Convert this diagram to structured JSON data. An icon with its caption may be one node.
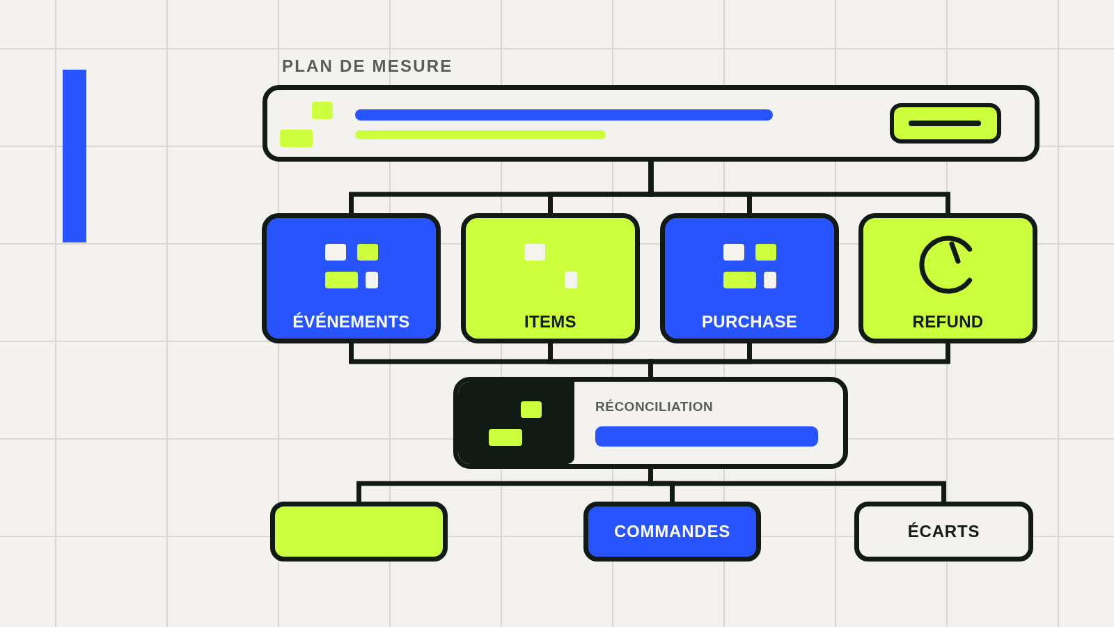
{
  "diagram": {
    "nodes": [
      {
        "text": [
          "PLAN DE MESURE"
        ]
      },
      {
        "text": [
          "ÉVÉNEMENTS"
        ]
      },
      {
        "text": [
          "ITEMS"
        ]
      },
      {
        "text": [
          "PURCHASE"
        ]
      },
      {
        "text": [
          "REFUND"
        ]
      },
      {
        "text": [
          "RÉCONCILIATION"
        ]
      },
      {
        "text": [],
        "shape": "box"
      },
      {
        "text": [
          "COMMANDES"
        ]
      },
      {
        "text": [
          "ÉCARTS"
        ]
      }
    ],
    "edges": [
      {
        "from": 0,
        "to": 1,
        "arrow": "none"
      },
      {
        "from": 0,
        "to": 2,
        "arrow": "none"
      },
      {
        "from": 0,
        "to": 3,
        "arrow": "none"
      },
      {
        "from": 0,
        "to": 4,
        "arrow": "none"
      },
      {
        "from": 1,
        "to": 5,
        "arrow": "none"
      },
      {
        "from": 2,
        "to": 5,
        "arrow": "none"
      },
      {
        "from": 3,
        "to": 5,
        "arrow": "none"
      },
      {
        "from": 4,
        "to": 5,
        "arrow": "none"
      },
      {
        "from": 5,
        "to": 6,
        "arrow": "none"
      },
      {
        "from": 5,
        "to": 7,
        "arrow": "none"
      },
      {
        "from": 5,
        "to": 8,
        "arrow": "none"
      }
    ]
  }
}
